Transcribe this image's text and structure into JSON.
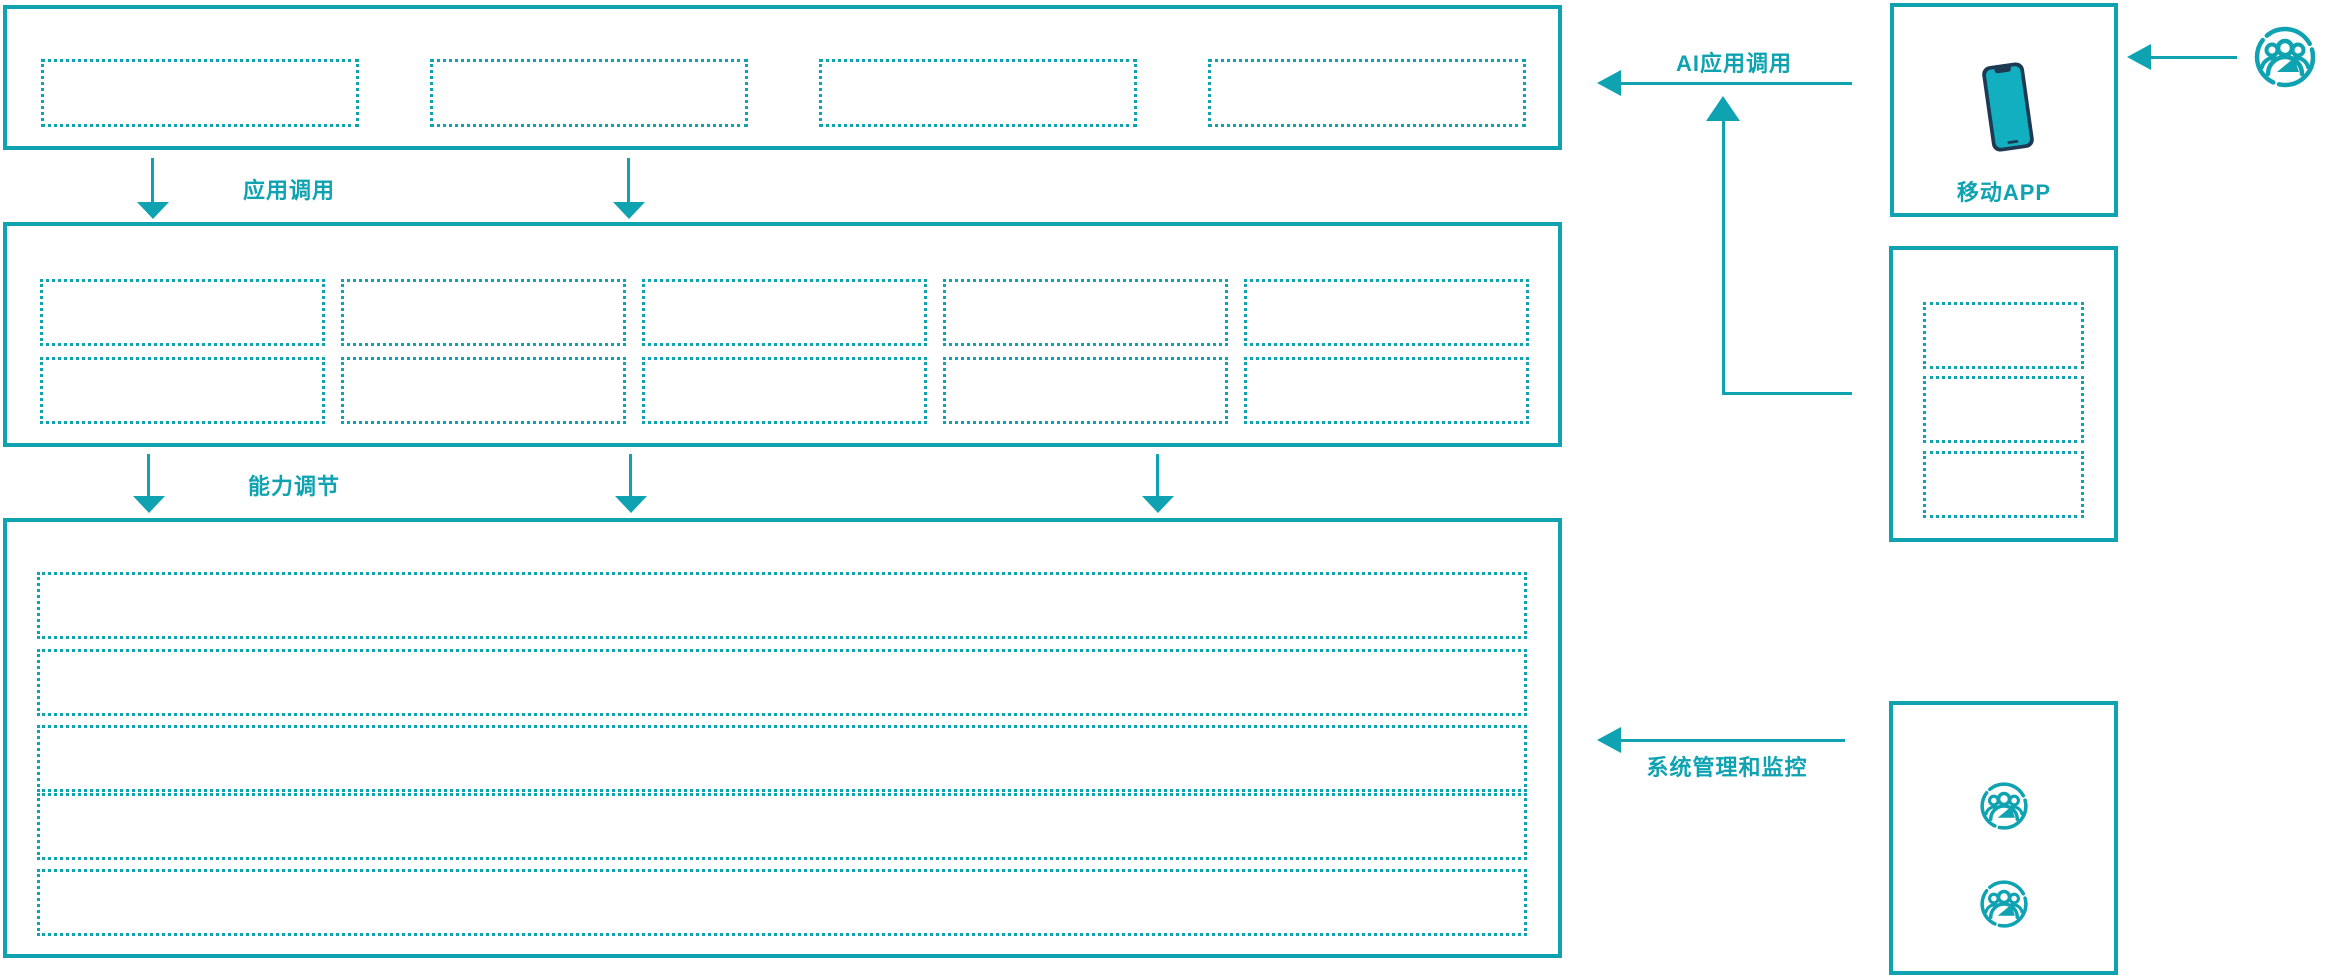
{
  "diagram": {
    "flow_labels": {
      "app_call": "应用调用",
      "capability_adjust": "能力调节",
      "ai_app_call": "AI应用调用",
      "system_monitor": "系统管理和监控"
    },
    "mobile_app": {
      "label": "移动APP",
      "icon": "mobile-phone-icon"
    },
    "actors": {
      "icon": "users-icon",
      "top_count": 1,
      "ops_count": 2
    },
    "layers": {
      "top_placeholder_count": 4,
      "middle_rows": 2,
      "middle_cols": 5,
      "bottom_row_count": 5,
      "mini_program_placeholder_count": 3
    },
    "colors": {
      "teal": "#0FA2B1",
      "phone_body": "#1E3A52",
      "phone_screen": "#12AFC0",
      "background": "#FFFFFF"
    }
  }
}
